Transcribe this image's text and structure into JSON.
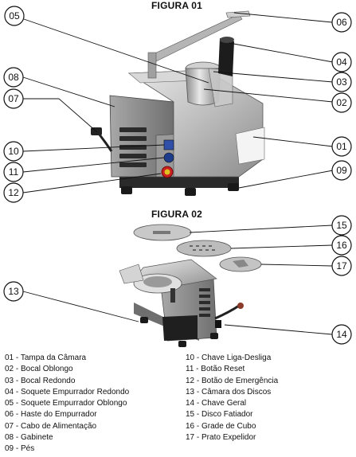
{
  "figure1": {
    "title": "FIGURA 01",
    "callouts": [
      "05",
      "06",
      "04",
      "03",
      "02",
      "01",
      "08",
      "07",
      "10",
      "11",
      "12",
      "09"
    ]
  },
  "figure2": {
    "title": "FIGURA 02",
    "callouts": [
      "15",
      "16",
      "17",
      "13",
      "14"
    ]
  },
  "legend": {
    "left": [
      "01 - Tampa da Câmara",
      "02 - Bocal Oblongo",
      "03 - Bocal Redondo",
      "04 - Soquete Empurrador Redondo",
      "05 - Soquete Empurrador Oblongo",
      "06 - Haste do Empurrador",
      "07 - Cabo de Alimentação",
      "08 - Gabinete",
      "09 - Pés"
    ],
    "right": [
      "10 - Chave Liga-Desliga",
      "11 - Botão Reset",
      "12 - Botão de Emergência",
      "13 - Câmara dos Discos",
      "14 - Chave Geral",
      "15 - Disco Fatiador",
      "16 - Grade de Cubo",
      "17 - Prato Expelidor"
    ]
  }
}
